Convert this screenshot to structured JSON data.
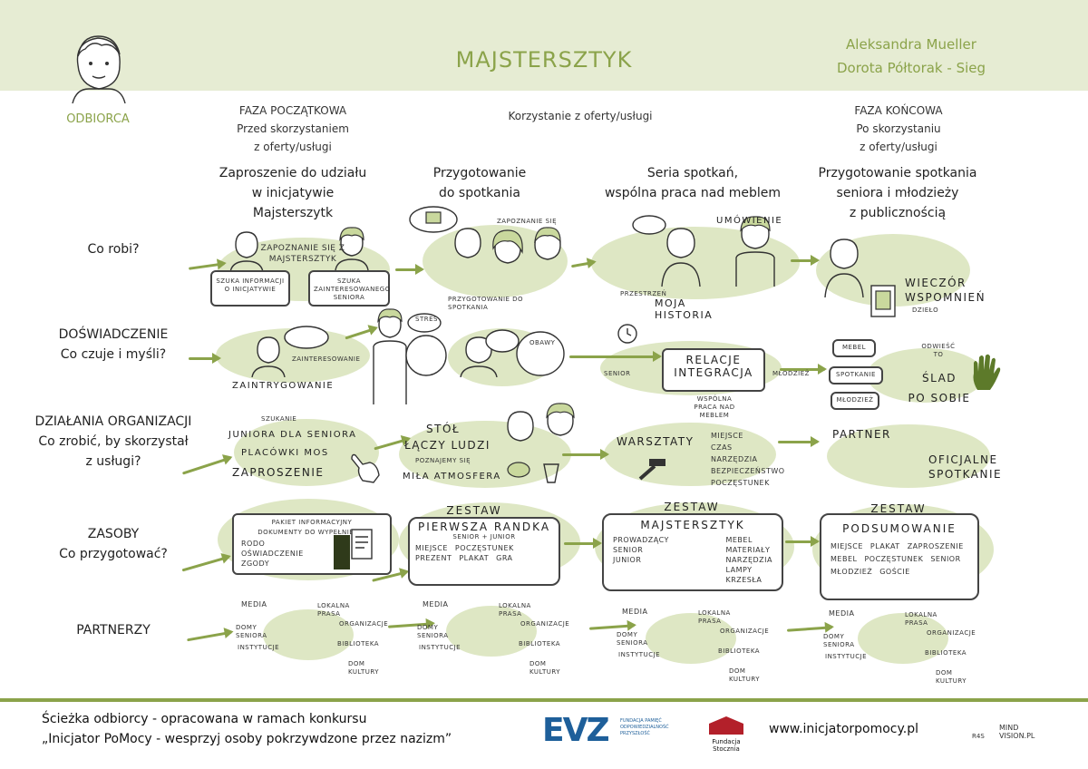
{
  "header": {
    "title": "MAJSTERSZTYK",
    "authors": [
      "Aleksandra Mueller",
      "Dorota Półtorak - Sieg"
    ]
  },
  "recipient_label": "ODBIORCA",
  "phases": {
    "initial": [
      "FAZA POCZĄTKOWA",
      "Przed skorzystaniem",
      "z oferty/usługi"
    ],
    "usage": "Korzystanie z oferty/usługi",
    "final": [
      "FAZA KOŃCOWA",
      "Po skorzystaniu",
      "z oferty/usługi"
    ]
  },
  "steps": [
    [
      "Zaproszenie do udziału",
      "w inicjatywie",
      "Majsterszytk"
    ],
    [
      "Przygotowanie",
      "do spotkania"
    ],
    [
      "Seria spotkań,",
      "wspólna praca nad meblem"
    ],
    [
      "Przygotowanie spotkania",
      "seniora i młodzieży",
      "z publicznością"
    ]
  ],
  "rows": [
    [
      "Co robi?"
    ],
    [
      "DOŚWIADCZENIE",
      "Co czuje i myśli?"
    ],
    [
      "DZIAŁANIA ORGANIZACJI",
      "Co zrobić, by skorzystał",
      "z usługi?"
    ],
    [
      "ZASOBY",
      "Co przygotować?"
    ],
    [
      "PARTNERZY"
    ]
  ],
  "co_robi": {
    "c1": {
      "top": "ZAPOZNANIE SIĘ Z MAJSTERSZTYK",
      "left_box": "SZUKA INFORMACJI O INICJATYWIE",
      "right_box": "SZUKA ZAINTERESOWANEGO SENIORA"
    },
    "c2": {
      "a": "ZAPOZNANIE SIĘ",
      "b": "PRZYGOTOWANIE DO SPOTKANIA"
    },
    "c3": {
      "a": "UMÓWIENIE",
      "b": "PRZESTRZEŃ",
      "c": "MOJA HISTORIA"
    },
    "c4": {
      "a": "WIECZÓR WSPOMNIEŃ",
      "b": "DZIEŁO"
    }
  },
  "doswiadczenie": {
    "c1": {
      "a": "ZAINTERESOWANIE",
      "b": "ZAINTRYGOWANIE"
    },
    "c2": {
      "a": "STRES",
      "b": "OBAWY"
    },
    "c3": {
      "title1": "RELACJE",
      "title2": "INTEGRACJA",
      "sub": "WSPÓLNA PRACA NAD MEBLEM",
      "left": "SENIOR",
      "right": "MŁODZIEŻ"
    },
    "c4": {
      "box1": "MEBEL",
      "box2": "SPOTKANIE",
      "box3": "MŁODZIEŻ",
      "a": "ODWIEŚĆ TO",
      "b": "ŚLAD",
      "c": "PO SOBIE"
    }
  },
  "dzialania": {
    "c1": [
      "SZUKANIE",
      "JUNIORA DLA SENIORA",
      "PLACÓWKI MOS",
      "ZAPROSZENIE"
    ],
    "c2": [
      "STÓŁ",
      "ŁĄCZY LUDZI",
      "POZNAJEMY SIĘ",
      "MIŁA ATMOSFERA"
    ],
    "c3": {
      "a": "WARSZTATY",
      "list": [
        "MIEJSCE",
        "CZAS",
        "NARZĘDZIA",
        "BEZPIECZEŃSTWO",
        "POCZĘSTUNEK"
      ]
    },
    "c4": [
      "PARTNER",
      "OFICJALNE",
      "SPOTKANIE"
    ]
  },
  "zasoby": {
    "c1": {
      "title": "PAKIET INFORMACYJNY",
      "sub": "DOKUMENTY DO WYPEŁNIENIA",
      "items": [
        "RODO",
        "OŚWIADCZENIE",
        "ZGODY"
      ]
    },
    "c2": {
      "title": "ZESTAW",
      "title2": "PIERWSZA RANDKA",
      "sub": "SENIOR + JUNIOR",
      "items": [
        "MIEJSCE",
        "POCZĘSTUNEK",
        "PREZENT",
        "PLAKAT",
        "GRA"
      ]
    },
    "c3": {
      "title": "ZESTAW",
      "title2": "MAJSTERSZTYK",
      "left": [
        "PROWADZĄCY",
        "SENIOR",
        "JUNIOR"
      ],
      "right": [
        "MEBEL",
        "MATERIAŁY",
        "NARZĘDZIA",
        "LAMPY",
        "KRZESŁA"
      ]
    },
    "c4": {
      "title": "ZESTAW",
      "title2": "PODSUMOWANIE",
      "items": [
        "MIEJSCE",
        "PLAKAT",
        "ZAPROSZENIE",
        "MEBEL",
        "POCZĘSTUNEK",
        "SENIOR",
        "MŁODZIEŻ",
        "GOŚCIE"
      ]
    }
  },
  "partnerzy": {
    "hub": [
      "MEDIA",
      "LOKALNA PRASA",
      "DOMY SENIORA",
      "INSTYTUCJE",
      "BIBLIOTEKA",
      "ORGANIZACJE",
      "DOM KULTURY"
    ]
  },
  "footer": {
    "line1": "Ścieżka odbiorcy - opracowana w ramach konkursu",
    "line2": "„Inicjator PoMocy - wesprzyj osoby pokrzywdzone przez nazizm”",
    "evz": "EVZ",
    "evz_sub": "FUNDACJA PAMIĘĆ ODPOWIEDZIALNOŚĆ PRZYSZŁOŚĆ",
    "stocznia": "Fundacja Stocznia",
    "url": "www.inicjatorpomocy.pl",
    "sig1": "R4S",
    "sig2": "MIND VISION.PL"
  },
  "colors": {
    "accent": "#8ba34a",
    "blob": "#d3dfb0",
    "banner": "#e6ecd3",
    "evz": "#1e5f9a",
    "stocznia": "#b3202a"
  }
}
